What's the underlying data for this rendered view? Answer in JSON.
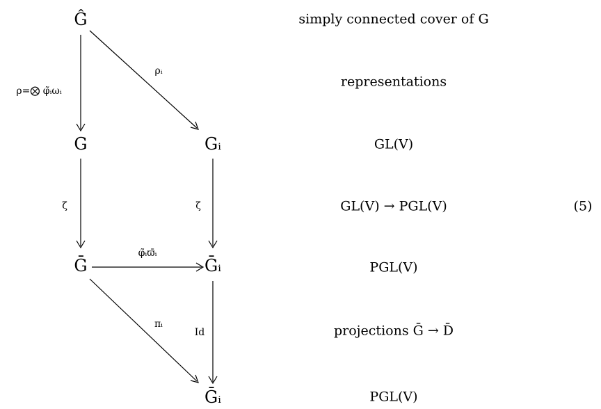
{
  "diagram": {
    "nodes": {
      "g_hat": "Ĝ",
      "g": "G",
      "g_i": "Gᵢ",
      "g_bar": "Ḡ",
      "g_bar_i": "Ḡᵢ",
      "g_bar_i_bottom": "Ḡᵢ"
    },
    "arrow_labels": {
      "rho": "ρ=⨂ φ̃ᵢωᵢ",
      "rho_i": "ρᵢ",
      "zeta_left": "ζ",
      "zeta_right": "ζ",
      "phi_omega": "φ̃ᵢϖ̄ᵢ",
      "pi_i": "πᵢ",
      "id": "Id"
    },
    "annotations": [
      "simply connected cover of G",
      "representations",
      "GL(V)",
      "GL(V) → PGL(V)",
      "PGL(V)",
      "projections Ḡ → D̄",
      "PGL(V)"
    ],
    "equation_number": "(5)"
  }
}
